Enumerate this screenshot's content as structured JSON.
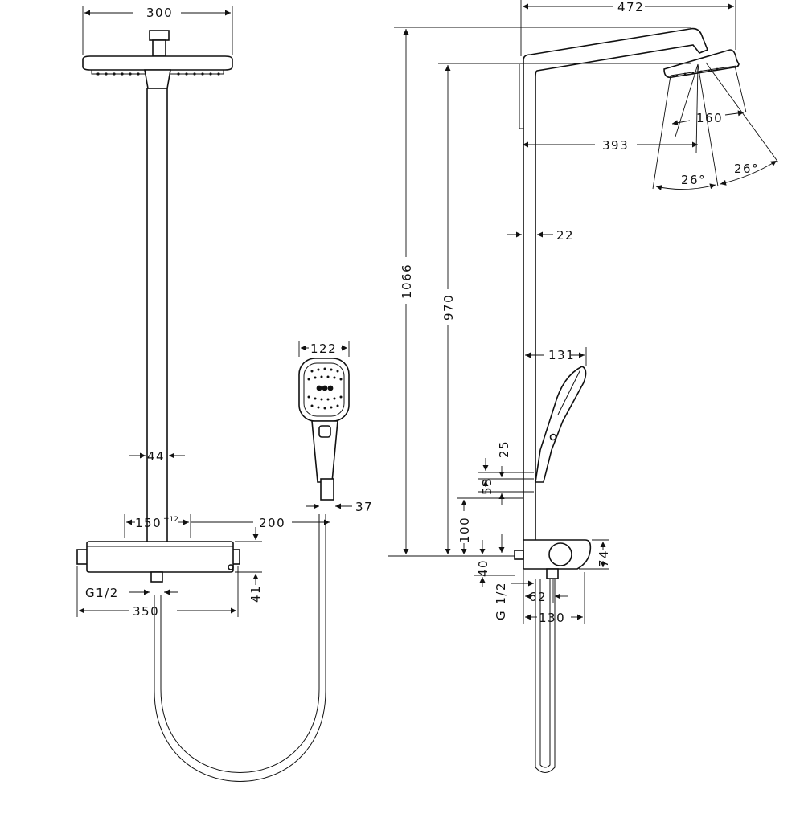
{
  "drawing": {
    "front_view": {
      "head_diameter": "300",
      "pipe_diameter": "44",
      "thermostat_spacing": "150",
      "thermostat_tolerance": "±12",
      "hand_shower_offset": "200",
      "hand_shower_head_width": "122",
      "holder_width": "37",
      "thermostat_height": "41",
      "thermostat_width": "350",
      "connection_thread": "G1/2"
    },
    "side_view": {
      "arm_projection": "472",
      "total_height": "1066",
      "head_height": "970",
      "head_diameter": "160",
      "arm_reach": "393",
      "spray_angle_left": "26°",
      "spray_angle_right": "26°",
      "pipe_wall_gap": "22",
      "hand_shower_projection": "131",
      "dim_25": "25",
      "dim_53": "53",
      "dim_100": "100",
      "dim_40": "40",
      "thermostat_height": "74",
      "connection_thread": "G 1/2",
      "inlet_spacing": "62",
      "thermostat_depth": "130"
    }
  }
}
